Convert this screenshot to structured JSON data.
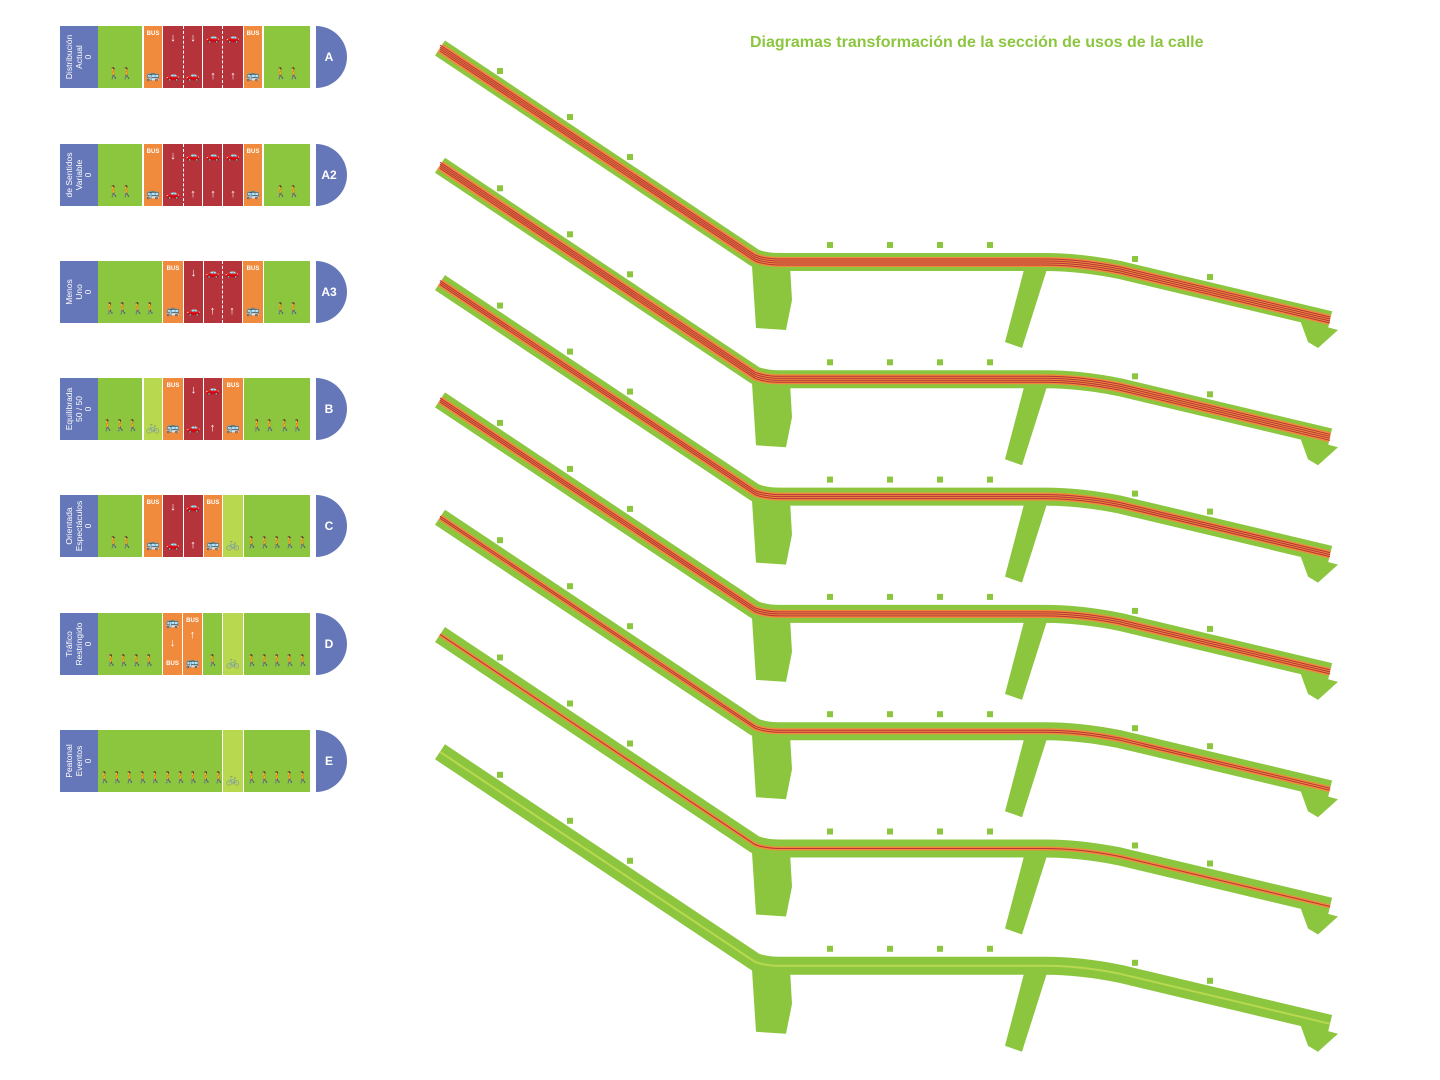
{
  "title": "Diagramas transformación de la sección de usos de la calle",
  "colors": {
    "label_bg": "#6577b8",
    "sidewalk": "#8cc63f",
    "bike": "#b8d84f",
    "bus": "#f08a3c",
    "traffic": "#b5333a",
    "title": "#8cc63f"
  },
  "icons": {
    "pedestrian": "🚶",
    "bus": "🚌",
    "car": "🚗",
    "bike": "🚲",
    "arrow_up": "↑",
    "arrow_down": "↓"
  },
  "rows": [
    {
      "label": [
        "Distribución",
        "Actual",
        "0"
      ],
      "tab": "A"
    },
    {
      "label": [
        "de Sentidos",
        "Variable",
        "0"
      ],
      "tab": "A2"
    },
    {
      "label": [
        "Menos",
        "Uno",
        "0"
      ],
      "tab": "A3"
    },
    {
      "label": [
        "Equilibrada",
        "50 / 50",
        "0"
      ],
      "tab": "B"
    },
    {
      "label": [
        "Orientada",
        "Espectáculos",
        "0"
      ],
      "tab": "C"
    },
    {
      "label": [
        "Tráfico",
        "Restringido",
        "0"
      ],
      "tab": "D"
    },
    {
      "label": [
        "Peatonal",
        "Eventos",
        "0"
      ],
      "tab": "E"
    }
  ],
  "bus_label": "BUS"
}
